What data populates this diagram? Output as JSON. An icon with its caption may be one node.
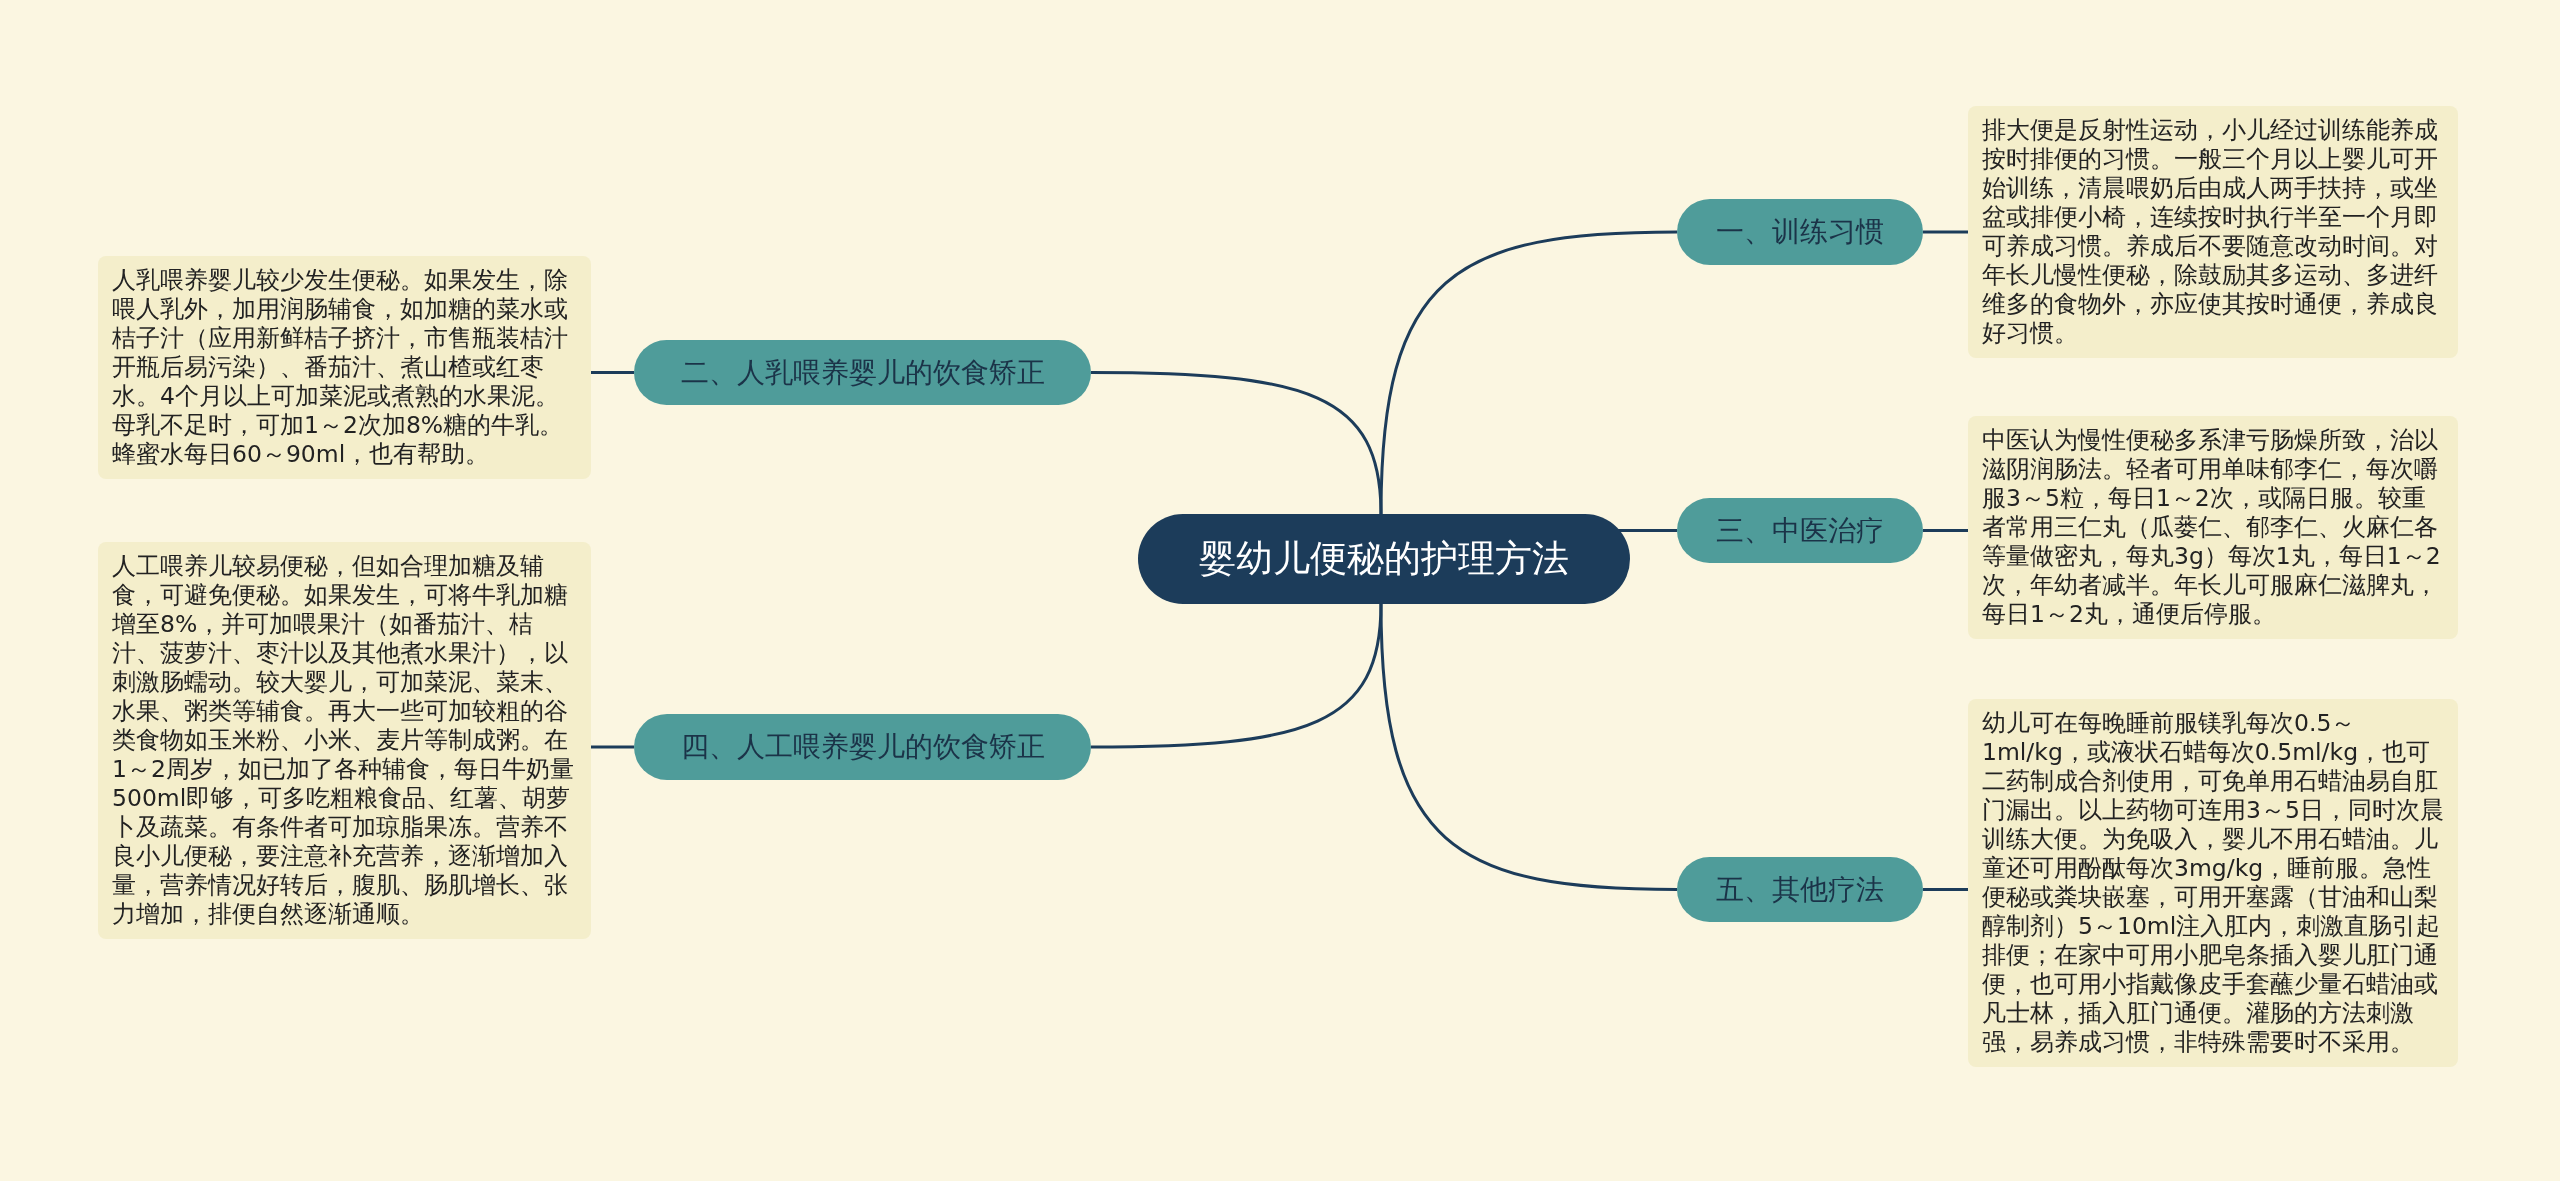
{
  "diagram": {
    "nodes": [
      {
        "text": [
          "婴幼儿便秘的护理方法"
        ]
      },
      {
        "text": [
          "一、训练习惯"
        ]
      },
      {
        "text": [
          "排大便是反射性运动，小儿经过训练能养成按时排便的习惯。一般三个月以上婴儿可开始训练，清晨喂奶后由成人两手扶持，或坐盆或排便小椅，连续按时执行半至一个月即可养成习惯。养成后不要随意改动时间。对年长儿慢性便秘，除鼓励其多运动、多进纤维多的食物外，亦应使其按时通便，养成良好习惯。"
        ]
      },
      {
        "text": [
          "二、人乳喂养婴儿的饮食矫正"
        ]
      },
      {
        "text": [
          "人乳喂养婴儿较少发生便秘。如果发生，除喂人乳外，加用润肠辅食，如加糖的菜水或桔子汁（应用新鲜桔子挤汁，市售瓶装桔汁开瓶后易污染）、番茄汁、煮山楂或红枣水。4个月以上可加菜泥或煮熟的水果泥。母乳不足时，可加1～2次加8%糖的牛乳。蜂蜜水每日60～90ml，也有帮助。"
        ]
      },
      {
        "text": [
          "三、中医治疗"
        ]
      },
      {
        "text": [
          "中医认为慢性便秘多系津亏肠燥所致，治以滋阴润肠法。轻者可用单味郁李仁，每次嚼服3～5粒，每日1～2次，或隔日服。较重者常用三仁丸（瓜蒌仁、郁李仁、火麻仁各等量做密丸，每丸3g）每次1丸，每日1～2次，年幼者减半。年长儿可服麻仁滋脾丸，每日1～2丸，通便后停服。"
        ]
      },
      {
        "text": [
          "四、人工喂养婴儿的饮食矫正"
        ]
      },
      {
        "text": [
          "人工喂养儿较易便秘，但如合理加糖及辅食，可避免便秘。如果发生，可将牛乳加糖增至8%，并可加喂果汁（如番茄汁、桔汁、菠萝汁、枣汁以及其他煮水果汁），以刺激肠蠕动。较大婴儿，可加菜泥、菜末、水果、粥类等辅食。再大一些可加较粗的谷类食物如玉米粉、小米、麦片等制成粥。在1～2周岁，如已加了各种辅食，每日牛奶量500ml即够，可多吃粗粮食品、红薯、胡萝卜及蔬菜。有条件者可加琼脂果冻。营养不良小儿便秘，要注意补充营养，逐渐增加入量，营养情况好转后，腹肌、肠肌增长、张力增加，排便自然逐渐通顺。"
        ]
      },
      {
        "text": [
          "五、其他疗法"
        ]
      },
      {
        "text": [
          "幼儿可在每晚睡前服镁乳每次0.5～1ml/kg，或液状石蜡每次0.5ml/kg，也可二药制成合剂使用，可免单用石蜡油易自肛门漏出。以上药物可连用3～5日，同时次晨训练大便。为免吸入，婴儿不用石蜡油。儿童还可用酚酞每次3mg/kg，睡前服。急性便秘或粪块嵌塞，可用开塞露（甘油和山梨醇制剂）5～10ml注入肛内，刺激直肠引起排便；在家中可用小肥皂条插入婴儿肛门通便，也可用小指戴像皮手套蘸少量石蜡油或凡士林，插入肛门通便。灌肠的方法刺激强，易养成习惯，非特殊需要时不采用。"
        ]
      }
    ],
    "edges": [
      {
        "from": 0,
        "to": 1,
        "arrow": "none"
      },
      {
        "from": 0,
        "to": 3,
        "arrow": "none"
      },
      {
        "from": 0,
        "to": 5,
        "arrow": "none"
      },
      {
        "from": 0,
        "to": 7,
        "arrow": "none"
      },
      {
        "from": 0,
        "to": 9,
        "arrow": "none"
      },
      {
        "from": 1,
        "to": 2,
        "arrow": "none"
      },
      {
        "from": 3,
        "to": 4,
        "arrow": "none"
      },
      {
        "from": 5,
        "to": 6,
        "arrow": "none"
      },
      {
        "from": 7,
        "to": 8,
        "arrow": "none"
      },
      {
        "from": 9,
        "to": 10,
        "arrow": "none"
      }
    ]
  }
}
